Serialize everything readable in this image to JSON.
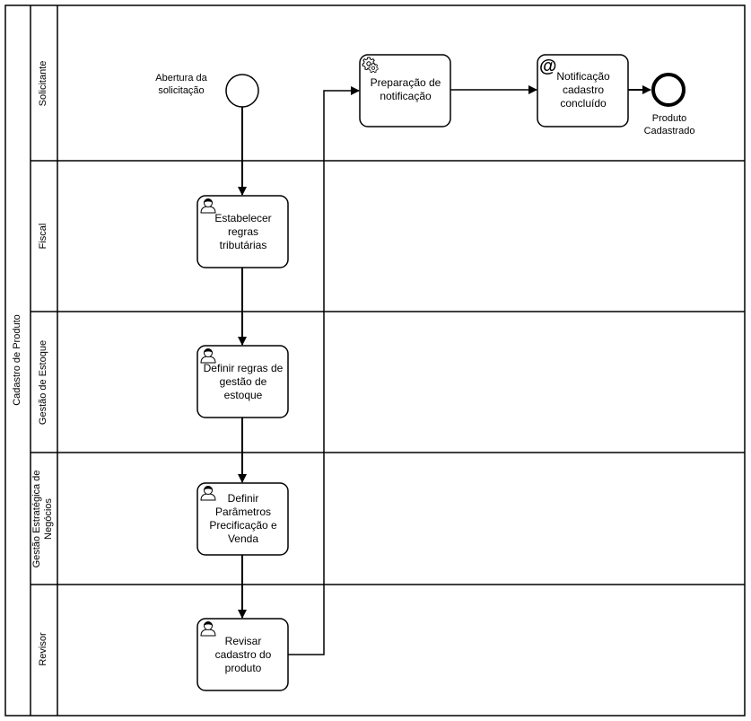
{
  "pool": {
    "name": "Cadastro de Produto"
  },
  "lanes": [
    {
      "id": "solicitante",
      "name": "Solicitante"
    },
    {
      "id": "fiscal",
      "name": "Fiscal"
    },
    {
      "id": "estoque",
      "name": "Gestão de Estoque"
    },
    {
      "id": "estrategica",
      "name": "Gestão Estratégica de Negócios"
    },
    {
      "id": "revisor",
      "name": "Revisor"
    }
  ],
  "events": {
    "start": {
      "label": "Abertura da solicitação",
      "type": "start"
    },
    "end": {
      "label": "Produto Cadastrado",
      "type": "end"
    }
  },
  "tasks": [
    {
      "id": "t1",
      "label": "Estabelecer regras tributárias",
      "type": "user",
      "icon": "user-icon",
      "lane": "fiscal"
    },
    {
      "id": "t2",
      "label": "Definir regras de gestão de estoque",
      "type": "user",
      "icon": "user-icon",
      "lane": "estoque"
    },
    {
      "id": "t3",
      "label": "Definir Parâmetros Precificação e Venda",
      "type": "user",
      "icon": "user-icon",
      "lane": "estrategica"
    },
    {
      "id": "t4",
      "label": "Revisar cadastro do produto",
      "type": "user",
      "icon": "user-icon",
      "lane": "revisor"
    },
    {
      "id": "t5",
      "label": "Preparação de notificação",
      "type": "service",
      "icon": "gear-icon",
      "lane": "solicitante"
    },
    {
      "id": "t6",
      "label": "Notificação cadastro concluído",
      "type": "send",
      "icon": "at-sign-icon",
      "lane": "solicitante"
    }
  ],
  "flows": [
    {
      "from": "start",
      "to": "t1"
    },
    {
      "from": "t1",
      "to": "t2"
    },
    {
      "from": "t2",
      "to": "t3"
    },
    {
      "from": "t3",
      "to": "t4"
    },
    {
      "from": "t4",
      "to": "t5"
    },
    {
      "from": "t5",
      "to": "t6"
    },
    {
      "from": "t6",
      "to": "end"
    }
  ]
}
